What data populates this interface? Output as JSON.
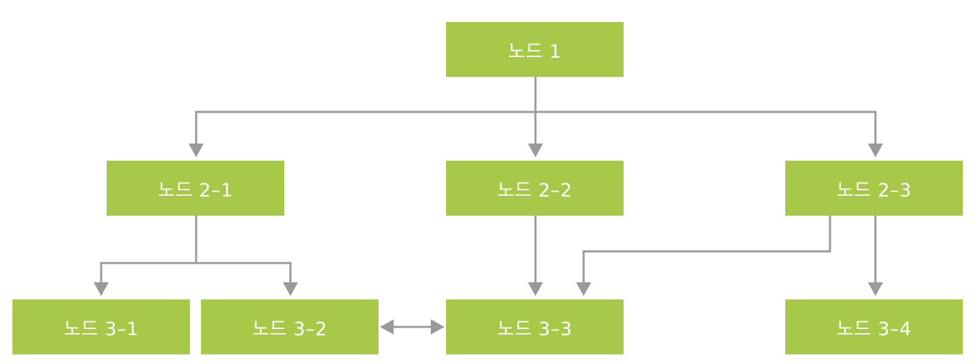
{
  "diagram": {
    "nodes": [
      {
        "id": "n1",
        "label": "노드 1"
      },
      {
        "id": "n2_1",
        "label": "노드 2–1"
      },
      {
        "id": "n2_2",
        "label": "노드 2–2"
      },
      {
        "id": "n2_3",
        "label": "노드 2–3"
      },
      {
        "id": "n3_1",
        "label": "노드 3–1"
      },
      {
        "id": "n3_2",
        "label": "노드 3–2"
      },
      {
        "id": "n3_3",
        "label": "노드 3–3"
      },
      {
        "id": "n3_4",
        "label": "노드 3–4"
      }
    ],
    "edges": [
      {
        "from": "n1",
        "to": "n2_1",
        "direction": "forward"
      },
      {
        "from": "n1",
        "to": "n2_2",
        "direction": "forward"
      },
      {
        "from": "n1",
        "to": "n2_3",
        "direction": "forward"
      },
      {
        "from": "n2_1",
        "to": "n3_1",
        "direction": "forward"
      },
      {
        "from": "n2_1",
        "to": "n3_2",
        "direction": "forward"
      },
      {
        "from": "n2_2",
        "to": "n3_3",
        "direction": "forward"
      },
      {
        "from": "n2_3",
        "to": "n3_3",
        "direction": "forward"
      },
      {
        "from": "n2_3",
        "to": "n3_4",
        "direction": "forward"
      },
      {
        "from": "n3_2",
        "to": "n3_3",
        "direction": "both"
      }
    ],
    "colors": {
      "node_fill": "#a8c84a",
      "node_text": "#ffffff",
      "edge": "#9a9a9a",
      "background": "#ffffff"
    }
  }
}
